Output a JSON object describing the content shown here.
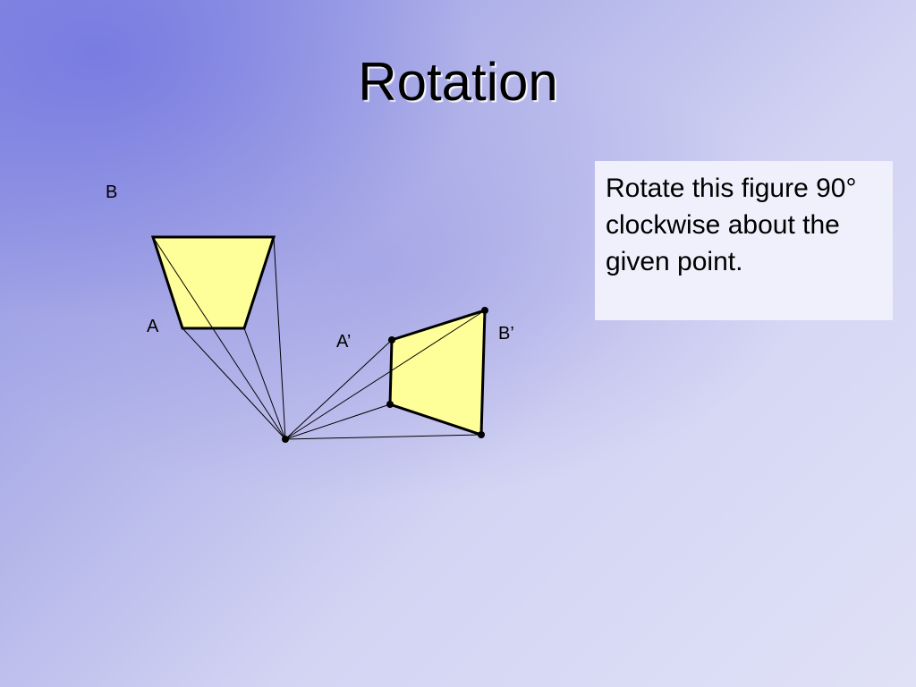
{
  "slide": {
    "title": "Rotation",
    "instruction": "Rotate this figure 90° clockwise about the given point."
  },
  "diagram": {
    "labels": {
      "b": "B",
      "a": "A",
      "a_prime": "A’",
      "b_prime": "B’"
    },
    "colors": {
      "figure_fill": "#ffff99",
      "figure_stroke": "#000000",
      "line_color": "#000000"
    }
  }
}
